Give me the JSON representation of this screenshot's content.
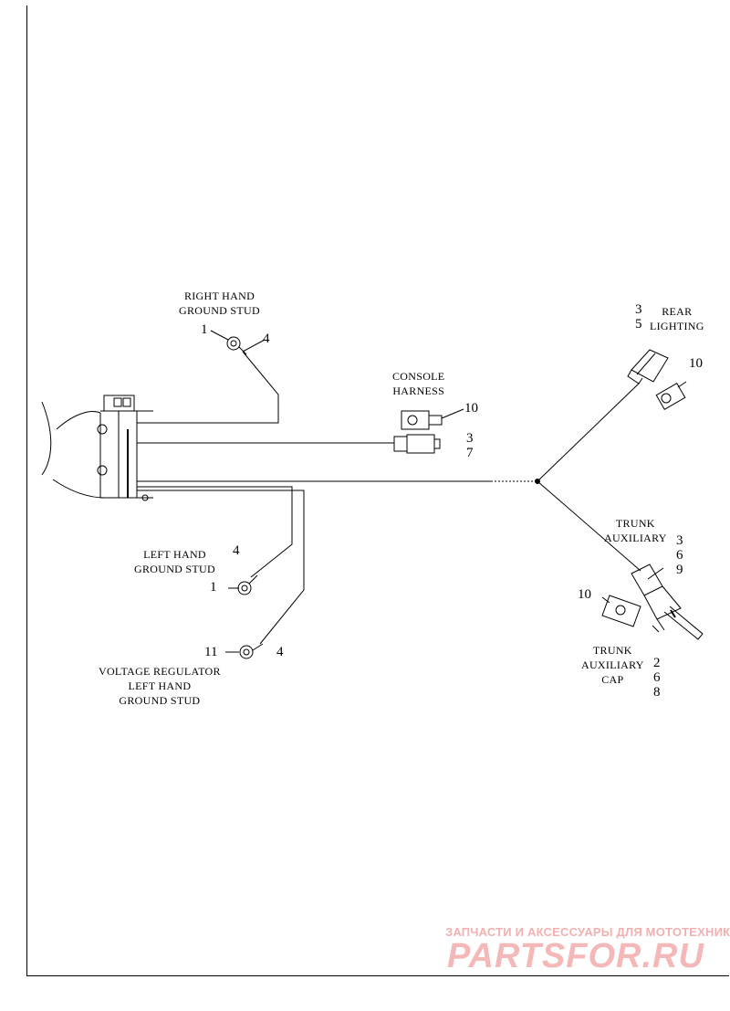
{
  "labels": {
    "right_hand_ground_stud": "RIGHT HAND\nGROUND STUD",
    "console_harness": "CONSOLE\nHARNESS",
    "rear_lighting": "REAR\nLIGHTING",
    "trunk_auxiliary": "TRUNK\nAUXILIARY",
    "trunk_auxiliary_cap": "TRUNK\nAUXILIARY\nCAP",
    "left_hand_ground_stud": "LEFT HAND\nGROUND STUD",
    "voltage_regulator_left_hand_ground_stud": "VOLTAGE REGULATOR\nLEFT HAND\nGROUND STUD"
  },
  "callouts": {
    "rh_stud_left": "1",
    "rh_stud_right": "4",
    "console_cap": "10",
    "console_conn_a": "3",
    "console_conn_b": "7",
    "rear_a": "3",
    "rear_b": "5",
    "rear_cap": "10",
    "trunk_a": "3",
    "trunk_b": "6",
    "trunk_c": "9",
    "trunk_cap_left": "10",
    "trunk_cap_a": "2",
    "trunk_cap_b": "6",
    "trunk_cap_c": "8",
    "lh_stud_top": "4",
    "lh_stud_left": "1",
    "vr_left": "11",
    "vr_right": "4"
  },
  "watermark": {
    "line1": "ЗАПЧАСТИ И АКСЕССУАРЫ ДЛЯ МОТОТЕХНИКИ",
    "logo": "PARTSFOR.RU"
  }
}
